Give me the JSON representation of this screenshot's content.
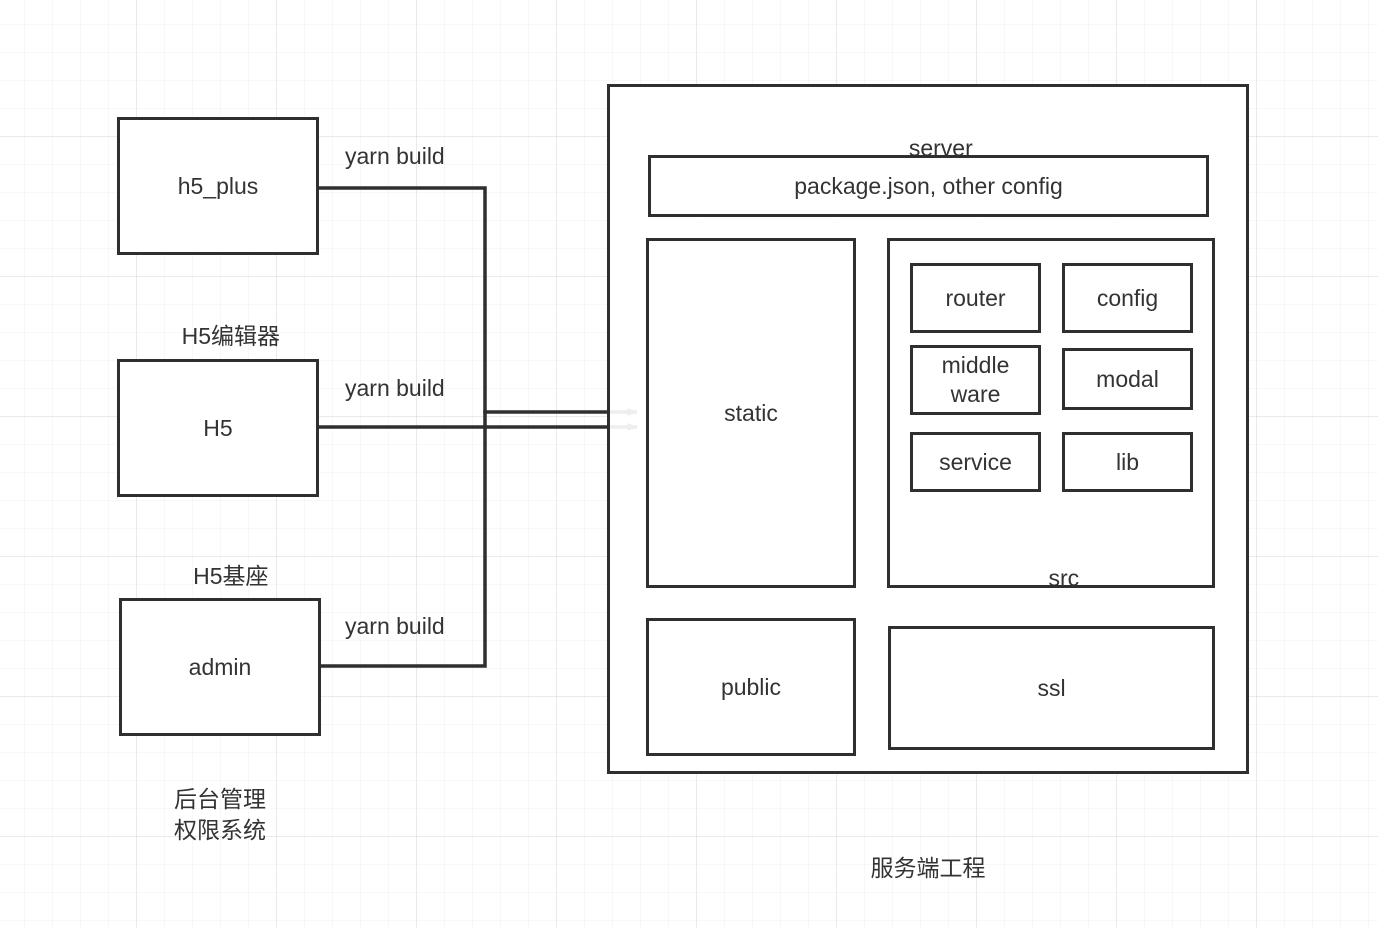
{
  "diagram": {
    "title": "H5 platform build pipeline to server project",
    "line_color": "#2f2f2f",
    "text_color": "#333333",
    "background": "#ffffff",
    "grid_color": "#f0f0f0"
  },
  "sources": [
    {
      "id": "h5_plus",
      "label": "h5_plus",
      "caption": "H5编辑器",
      "edge_label": "yarn build"
    },
    {
      "id": "h5",
      "label": "H5",
      "caption": "H5基座",
      "edge_label": "yarn build"
    },
    {
      "id": "admin",
      "label": "admin",
      "caption": "后台管理\n权限系统",
      "edge_label": "yarn build"
    }
  ],
  "server": {
    "title": "server",
    "caption": "服务端工程",
    "config_box": "package.json, other config",
    "static_box": "static",
    "src": {
      "title": "src",
      "items": [
        {
          "label": "router"
        },
        {
          "label": "config"
        },
        {
          "label": "middle\nware"
        },
        {
          "label": "modal"
        },
        {
          "label": "service"
        },
        {
          "label": "lib"
        }
      ]
    },
    "bottom": [
      {
        "label": "public"
      },
      {
        "label": "ssl"
      }
    ]
  }
}
